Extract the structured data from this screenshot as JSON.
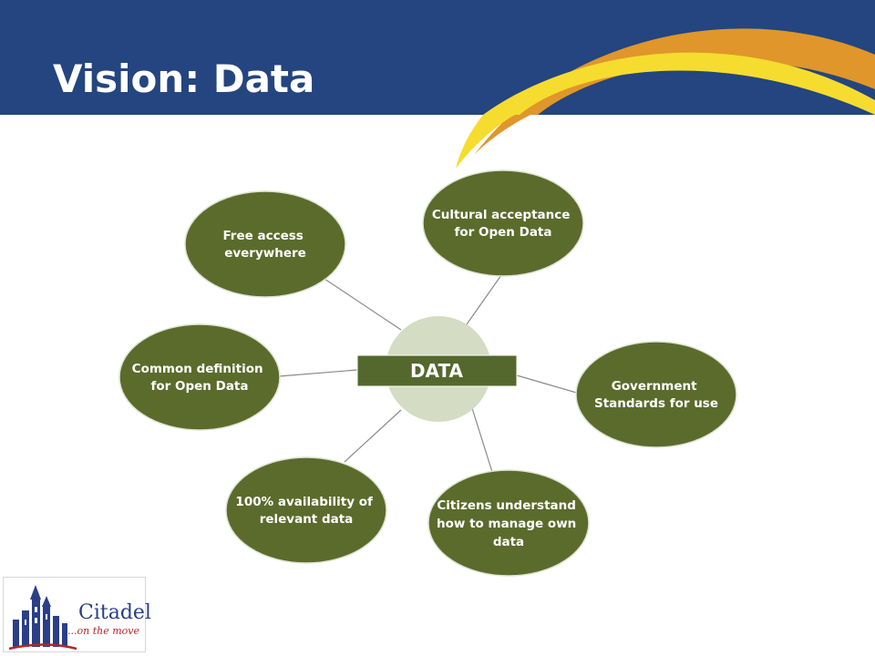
{
  "slide": {
    "title": "Vision: Data"
  },
  "colors": {
    "header_bg": "#24457f",
    "node_fill": "#5b6b2c",
    "hub_fill": "#d4dcc3",
    "hub_banner": "#54682e",
    "connector": "#8a8a8a",
    "swoosh_orange": "#e0962a",
    "swoosh_yellow": "#f6dc2f"
  },
  "diagram": {
    "hub": {
      "label": "DATA"
    },
    "nodes": [
      {
        "id": "free-access",
        "lines": [
          "Free access",
          "everywhere"
        ]
      },
      {
        "id": "cultural-acceptance",
        "lines": [
          "Cultural acceptance",
          "for Open Data"
        ]
      },
      {
        "id": "common-definition",
        "lines": [
          "Common definition",
          "for Open Data"
        ]
      },
      {
        "id": "government-standards",
        "lines": [
          "Government",
          "Standards for use"
        ]
      },
      {
        "id": "availability",
        "lines": [
          "100% availability of",
          "relevant data"
        ]
      },
      {
        "id": "citizens-understand",
        "lines": [
          "Citizens understand",
          "how to manage own",
          "data"
        ]
      }
    ]
  },
  "logo": {
    "name": "Citadel",
    "tagline": "...on the move"
  }
}
